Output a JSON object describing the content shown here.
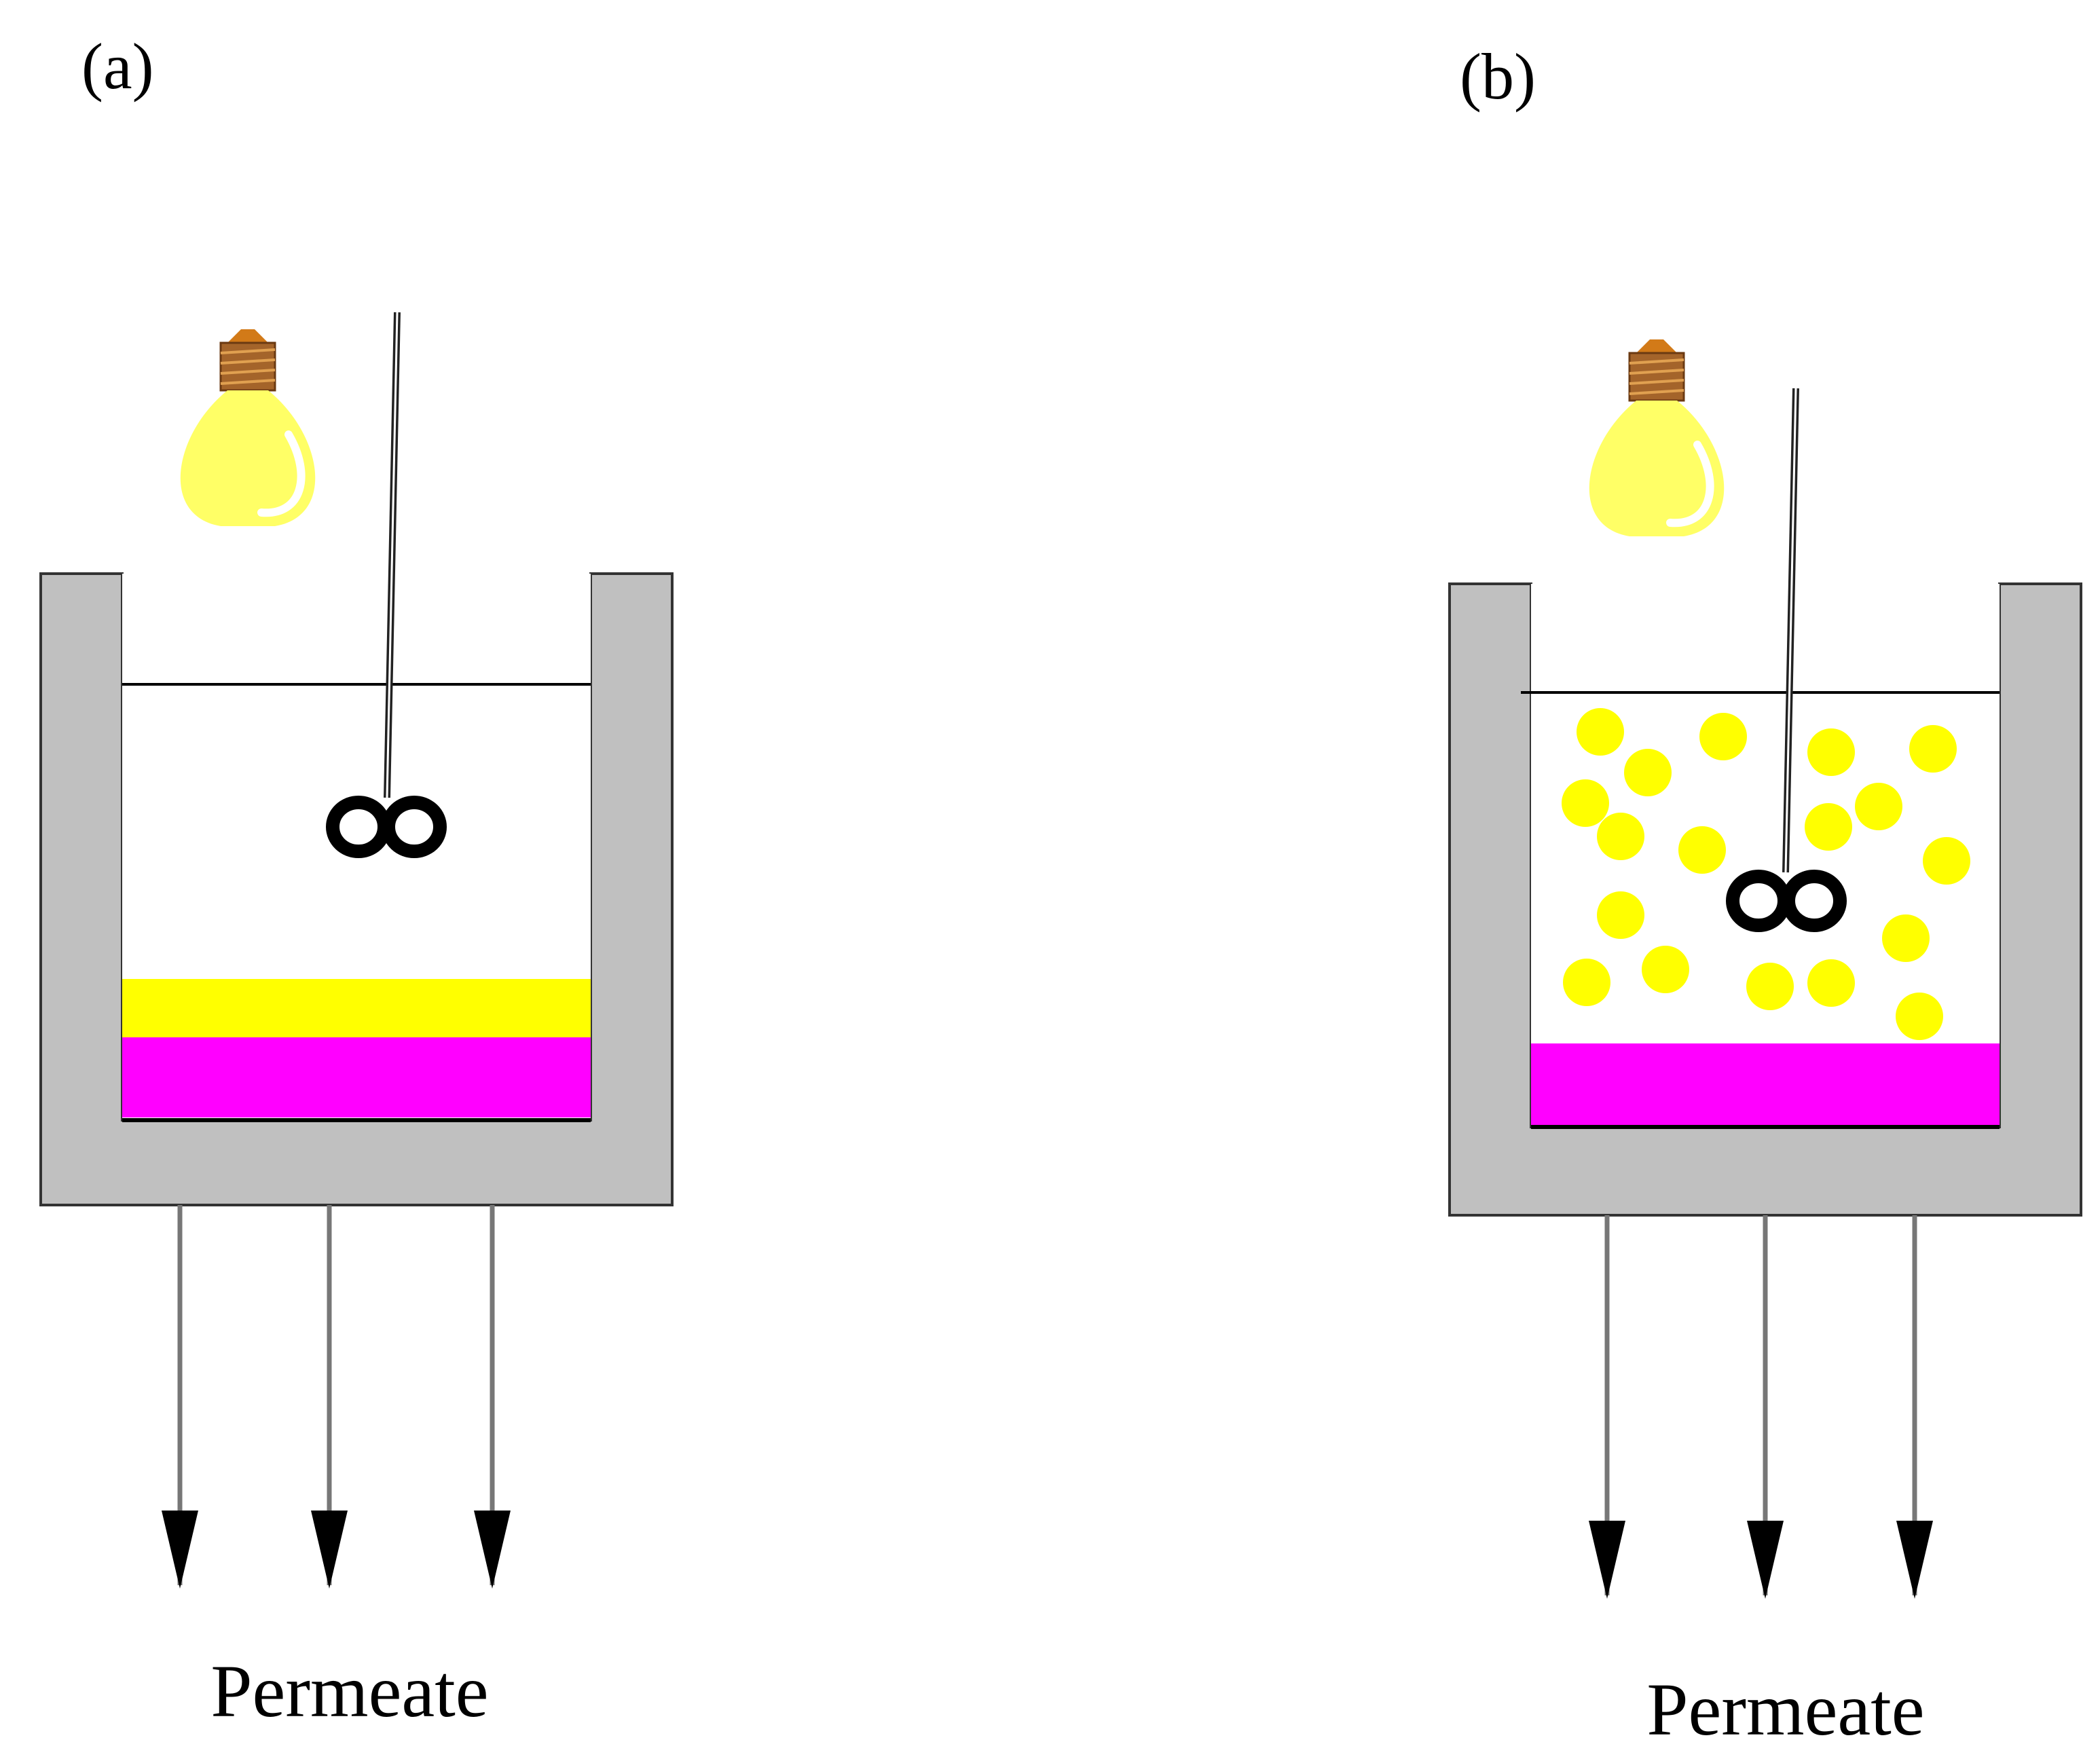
{
  "colors": {
    "vessel_wall": "#c0c0c0",
    "vessel_edge": "#333333",
    "catalyst_layer": "#ffff00",
    "membrane": "#ff00ff",
    "catalyst_particles": "#ffff00",
    "lamp_glass": "#ffff66",
    "lamp_base": "#b8732a",
    "stirrer": "#000000",
    "arrow": "#777777"
  },
  "panels": [
    {
      "label": "(a)",
      "caption": "Permeate",
      "icons": [
        "light-bulb-icon",
        "stirrer-icon",
        "arrow-down-icon"
      ],
      "catalyst": "layer"
    },
    {
      "label": "(b)",
      "caption": "Permeate",
      "icons": [
        "light-bulb-icon",
        "stirrer-icon",
        "arrow-down-icon"
      ],
      "catalyst": "suspended"
    }
  ]
}
